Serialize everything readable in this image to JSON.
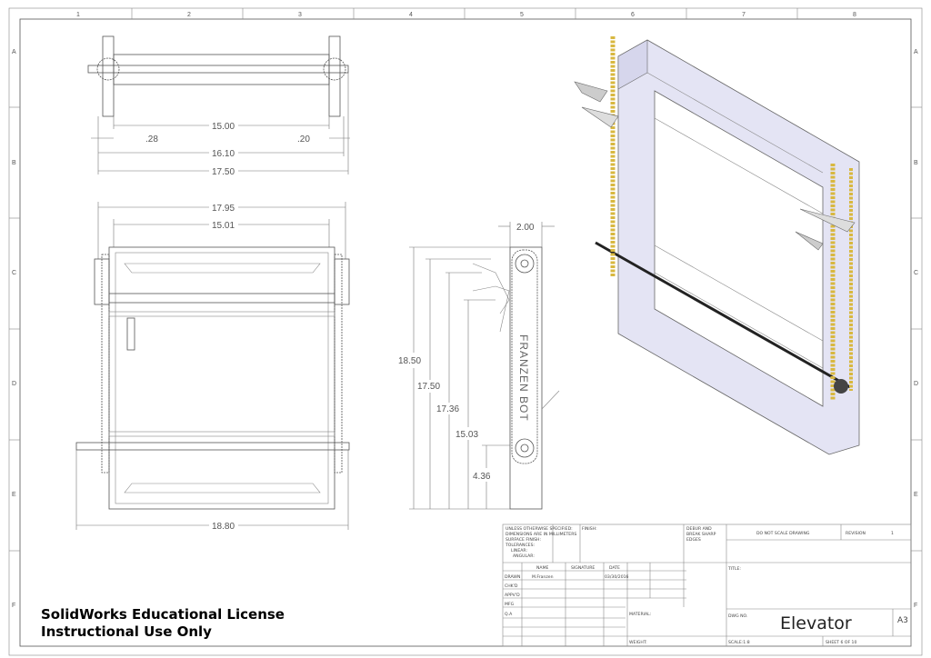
{
  "sheet": {
    "columns": [
      "1",
      "2",
      "3",
      "4",
      "5",
      "6",
      "7",
      "8"
    ],
    "rows": [
      "A",
      "B",
      "C",
      "D",
      "E",
      "F"
    ]
  },
  "top_view": {
    "dims": {
      "inner": "15.00",
      "left_offset": ".28",
      "right_offset": ".20",
      "mid": "16.10",
      "overall": "17.50"
    }
  },
  "front_view": {
    "dims": {
      "overall_top": "17.95",
      "inner_top": "15.01",
      "overall_bottom": "18.80"
    }
  },
  "side_view": {
    "dims": {
      "width": "2.00",
      "h1": "18.50",
      "h2": "17.50",
      "h3": "17.36",
      "h4": "15.03",
      "h5": "4.36"
    },
    "engraving": "FRANZEN BOT"
  },
  "title_block": {
    "unless": [
      "UNLESS OTHERWISE SPECIFIED:",
      "DIMENSIONS ARE IN MILLIMETERS",
      "SURFACE FINISH:",
      "TOLERANCES:",
      "LINEAR:",
      "ANGULAR:"
    ],
    "finish": "FINISH:",
    "deburr": [
      "DEBUR AND",
      "BREAK SHARP",
      "EDGES"
    ],
    "do_not_scale": "DO NOT SCALE DRAWING",
    "revision_label": "REVISION",
    "revision": "1",
    "headers": {
      "name": "NAME",
      "signature": "SIGNATURE",
      "date": "DATE"
    },
    "row_labels": [
      "DRAWN",
      "CHK'D",
      "APPV'D",
      "MFG",
      "Q.A"
    ],
    "drawn_name": "M.Franzen",
    "drawn_date": "03/30/2016",
    "title_label": "TITLE:",
    "material": "MATERIAL:",
    "weight": "WEIGHT:",
    "dwg_no_label": "DWG NO.",
    "dwg_no": "Elevator",
    "size": "A3",
    "scale": "SCALE:1:8",
    "sheet": "SHEET 6 OF 10"
  },
  "watermark": [
    "SolidWorks Educational License",
    "Instructional Use Only"
  ],
  "colors": {
    "part_fill": "#e4e4f4",
    "chain": "#d8b840",
    "line": "#555555"
  }
}
